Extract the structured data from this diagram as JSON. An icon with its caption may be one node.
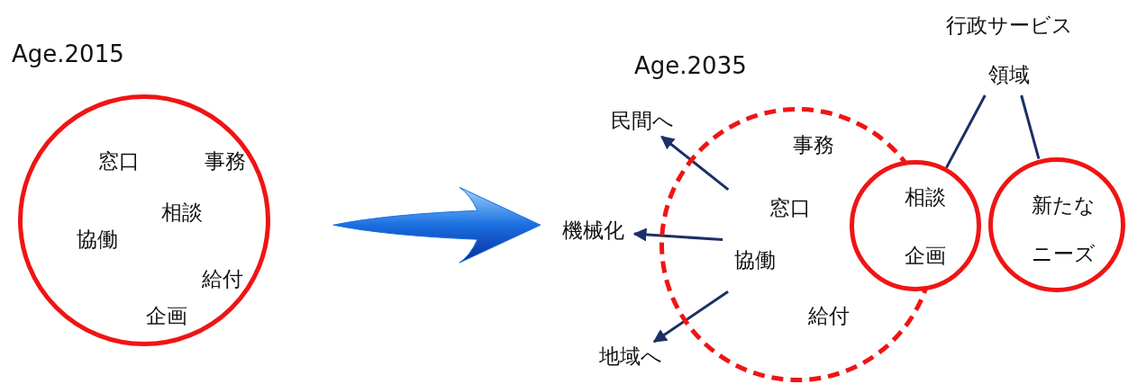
{
  "diagram": {
    "nodes": [
      {
        "text": [
          "Age.2015",
          "窓口",
          "事務",
          "相談",
          "協働",
          "給付",
          "企画"
        ]
      },
      {
        "text": [
          "Age.2035",
          "事務",
          "窓口",
          "協働",
          "給付"
        ]
      },
      {
        "text": [
          "相談",
          "企画"
        ]
      },
      {
        "text": [
          "新たなニーズ"
        ]
      },
      {
        "text": [
          "行政サービス領域"
        ]
      },
      {
        "text": [
          "民間へ"
        ]
      },
      {
        "text": [
          "機械化"
        ]
      },
      {
        "text": [
          "地域へ"
        ]
      }
    ],
    "edges": [
      {
        "from": 0,
        "to": 1,
        "arrow": "to",
        "style": "thick",
        "color": "#1a6fe0"
      },
      {
        "from": 1,
        "to": 5,
        "arrow": "to"
      },
      {
        "from": 1,
        "to": 6,
        "arrow": "to"
      },
      {
        "from": 1,
        "to": 7,
        "arrow": "to"
      },
      {
        "from": 4,
        "to": 2,
        "arrow": "none"
      },
      {
        "from": 4,
        "to": 3,
        "arrow": "none"
      }
    ]
  }
}
